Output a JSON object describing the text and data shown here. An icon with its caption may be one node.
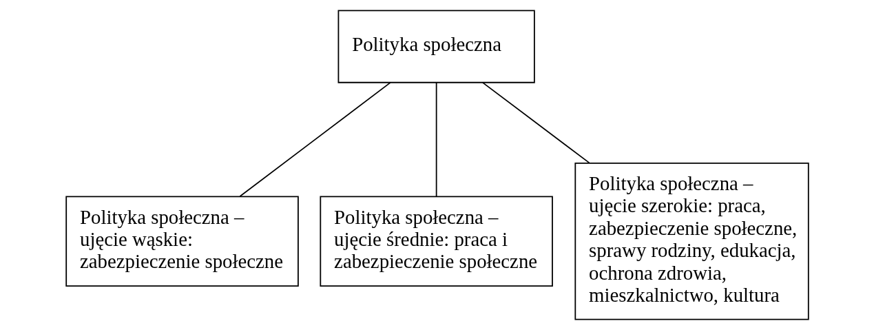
{
  "diagram": {
    "nodes": [
      {
        "text": [
          "Polityka społeczna"
        ]
      },
      {
        "text": [
          "Polityka społeczna – ujęcie wąskie: zabezpieczenie społeczne"
        ]
      },
      {
        "text": [
          "Polityka społeczna – ujęcie średnie: praca i zabezpieczenie społeczne"
        ]
      },
      {
        "text": [
          "Polityka społeczna – ujęcie szerokie: praca, zabezpieczenie społeczne, sprawy rodziny, edukacja, ochrona zdrowia, mieszkalnictwo, kultura"
        ]
      }
    ],
    "edges": [
      {
        "from": 0,
        "to": 1,
        "arrow": "none"
      },
      {
        "from": 0,
        "to": 2,
        "arrow": "none"
      },
      {
        "from": 0,
        "to": 3,
        "arrow": "none"
      }
    ]
  }
}
